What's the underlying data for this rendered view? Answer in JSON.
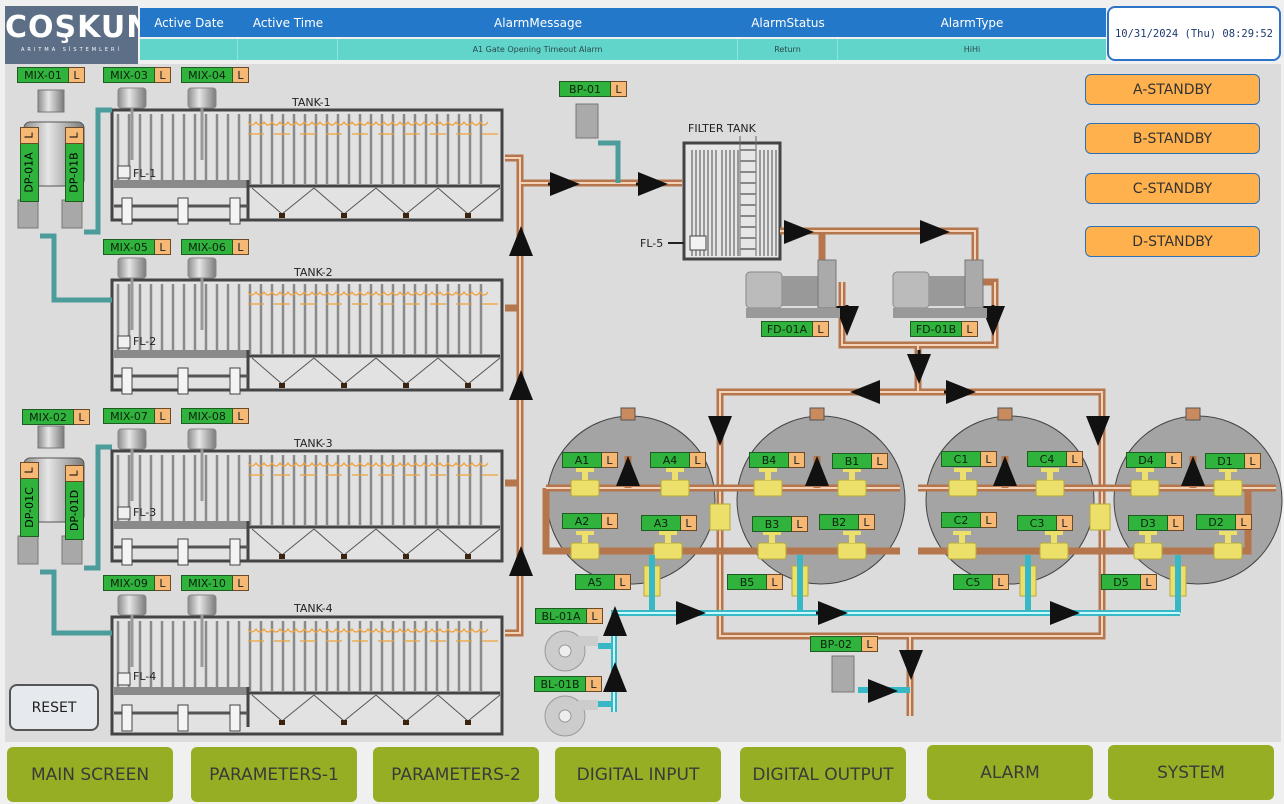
{
  "logo": {
    "brand": "COŞKUN",
    "subtitle": "ARITMA SİSTEMLERİ"
  },
  "alarm_table": {
    "columns": [
      "Active Date",
      "Active Time",
      "AlarmMessage",
      "AlarmStatus",
      "AlarmType"
    ],
    "rows": [
      {
        "active_date": "",
        "active_time": "",
        "message": "A1 Gate Opening Timeout Alarm",
        "status": "Return",
        "type": "HiHi"
      }
    ]
  },
  "clock": "10/31/2024 (Thu) 08:29:52",
  "tanks": [
    {
      "label": "TANK-1",
      "level_switch": "FL-1"
    },
    {
      "label": "TANK-2",
      "level_switch": "FL-2"
    },
    {
      "label": "TANK-3",
      "level_switch": "FL-3"
    },
    {
      "label": "TANK-4",
      "level_switch": "FL-4"
    }
  ],
  "filter_tank": {
    "label": "FILTER TANK",
    "level_switch": "FL-5"
  },
  "mixers": {
    "mix01": {
      "name": "MIX-01",
      "mode": "L"
    },
    "mix02": {
      "name": "MIX-02",
      "mode": "L"
    },
    "mix03": {
      "name": "MIX-03",
      "mode": "L"
    },
    "mix04": {
      "name": "MIX-04",
      "mode": "L"
    },
    "mix05": {
      "name": "MIX-05",
      "mode": "L"
    },
    "mix06": {
      "name": "MIX-06",
      "mode": "L"
    },
    "mix07": {
      "name": "MIX-07",
      "mode": "L"
    },
    "mix08": {
      "name": "MIX-08",
      "mode": "L"
    },
    "mix09": {
      "name": "MIX-09",
      "mode": "L"
    },
    "mix10": {
      "name": "MIX-10",
      "mode": "L"
    }
  },
  "dosing_pumps": {
    "dp01a": {
      "name": "DP-01A",
      "mode": "L"
    },
    "dp01b": {
      "name": "DP-01B",
      "mode": "L"
    },
    "dp01c": {
      "name": "DP-01C",
      "mode": "L"
    },
    "dp01d": {
      "name": "DP-01D",
      "mode": "L"
    }
  },
  "pumps": {
    "bp01": {
      "name": "BP-01",
      "mode": "L"
    },
    "bp02": {
      "name": "BP-02",
      "mode": "L"
    },
    "fd01a": {
      "name": "FD-01A",
      "mode": "L"
    },
    "fd01b": {
      "name": "FD-01B",
      "mode": "L"
    },
    "bl01a": {
      "name": "BL-01A",
      "mode": "L"
    },
    "bl01b": {
      "name": "BL-01B",
      "mode": "L"
    }
  },
  "valves": {
    "a1": {
      "name": "A1",
      "mode": "L"
    },
    "a2": {
      "name": "A2",
      "mode": "L"
    },
    "a3": {
      "name": "A3",
      "mode": "L"
    },
    "a4": {
      "name": "A4",
      "mode": "L"
    },
    "a5": {
      "name": "A5",
      "mode": "L"
    },
    "b1": {
      "name": "B1",
      "mode": "L"
    },
    "b2": {
      "name": "B2",
      "mode": "L"
    },
    "b3": {
      "name": "B3",
      "mode": "L"
    },
    "b4": {
      "name": "B4",
      "mode": "L"
    },
    "b5": {
      "name": "B5",
      "mode": "L"
    },
    "c1": {
      "name": "C1",
      "mode": "L"
    },
    "c2": {
      "name": "C2",
      "mode": "L"
    },
    "c3": {
      "name": "C3",
      "mode": "L"
    },
    "c4": {
      "name": "C4",
      "mode": "L"
    },
    "c5": {
      "name": "C5",
      "mode": "L"
    },
    "d1": {
      "name": "D1",
      "mode": "L"
    },
    "d2": {
      "name": "D2",
      "mode": "L"
    },
    "d3": {
      "name": "D3",
      "mode": "L"
    },
    "d4": {
      "name": "D4",
      "mode": "L"
    },
    "d5": {
      "name": "D5",
      "mode": "L"
    }
  },
  "standby_buttons": [
    "A-STANDBY",
    "B-STANDBY",
    "C-STANDBY",
    "D-STANDBY"
  ],
  "reset_label": "RESET",
  "nav": [
    "MAIN SCREEN",
    "PARAMETERS-1",
    "PARAMETERS-2",
    "DIGITAL INPUT",
    "DIGITAL OUTPUT",
    "ALARM",
    "SYSTEM"
  ],
  "colors": {
    "header_blue": "#2378c9",
    "row_teal": "#62d5cb",
    "tag_green": "#2fb33c",
    "mode_orange": "#f5b875",
    "standby_orange": "#ffb14d",
    "nav_olive": "#96ae24",
    "pipe_copper": "#c98a5e",
    "pipe_air": "#7de8ec",
    "valve_yellow": "#ecdf6a"
  }
}
